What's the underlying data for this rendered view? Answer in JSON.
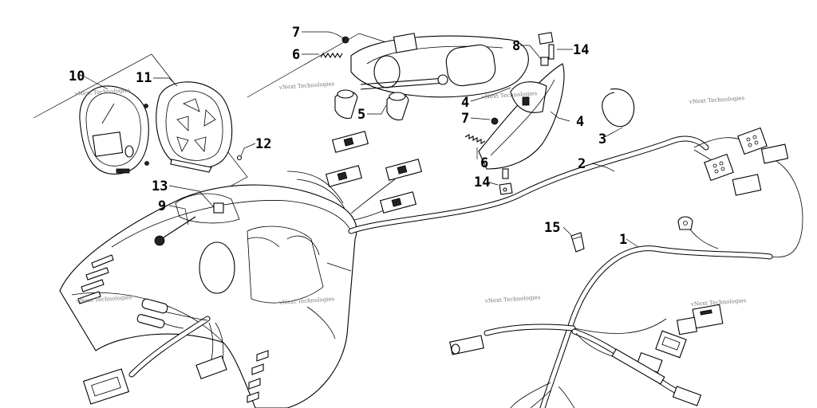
{
  "callouts": [
    {
      "id": "c1",
      "text": "1"
    },
    {
      "id": "c2",
      "text": "2"
    },
    {
      "id": "c3",
      "text": "3"
    },
    {
      "id": "c4a",
      "text": "4"
    },
    {
      "id": "c4b",
      "text": "4"
    },
    {
      "id": "c5",
      "text": "5"
    },
    {
      "id": "c6a",
      "text": "6"
    },
    {
      "id": "c6b",
      "text": "6"
    },
    {
      "id": "c7a",
      "text": "7"
    },
    {
      "id": "c7b",
      "text": "7"
    },
    {
      "id": "c8",
      "text": "8"
    },
    {
      "id": "c9",
      "text": "9"
    },
    {
      "id": "c10",
      "text": "10"
    },
    {
      "id": "c11",
      "text": "11"
    },
    {
      "id": "c12",
      "text": "12"
    },
    {
      "id": "c13",
      "text": "13"
    },
    {
      "id": "c14a",
      "text": "14"
    },
    {
      "id": "c14b",
      "text": "14"
    },
    {
      "id": "c15",
      "text": "15"
    }
  ],
  "watermark": "vNext Technologies"
}
